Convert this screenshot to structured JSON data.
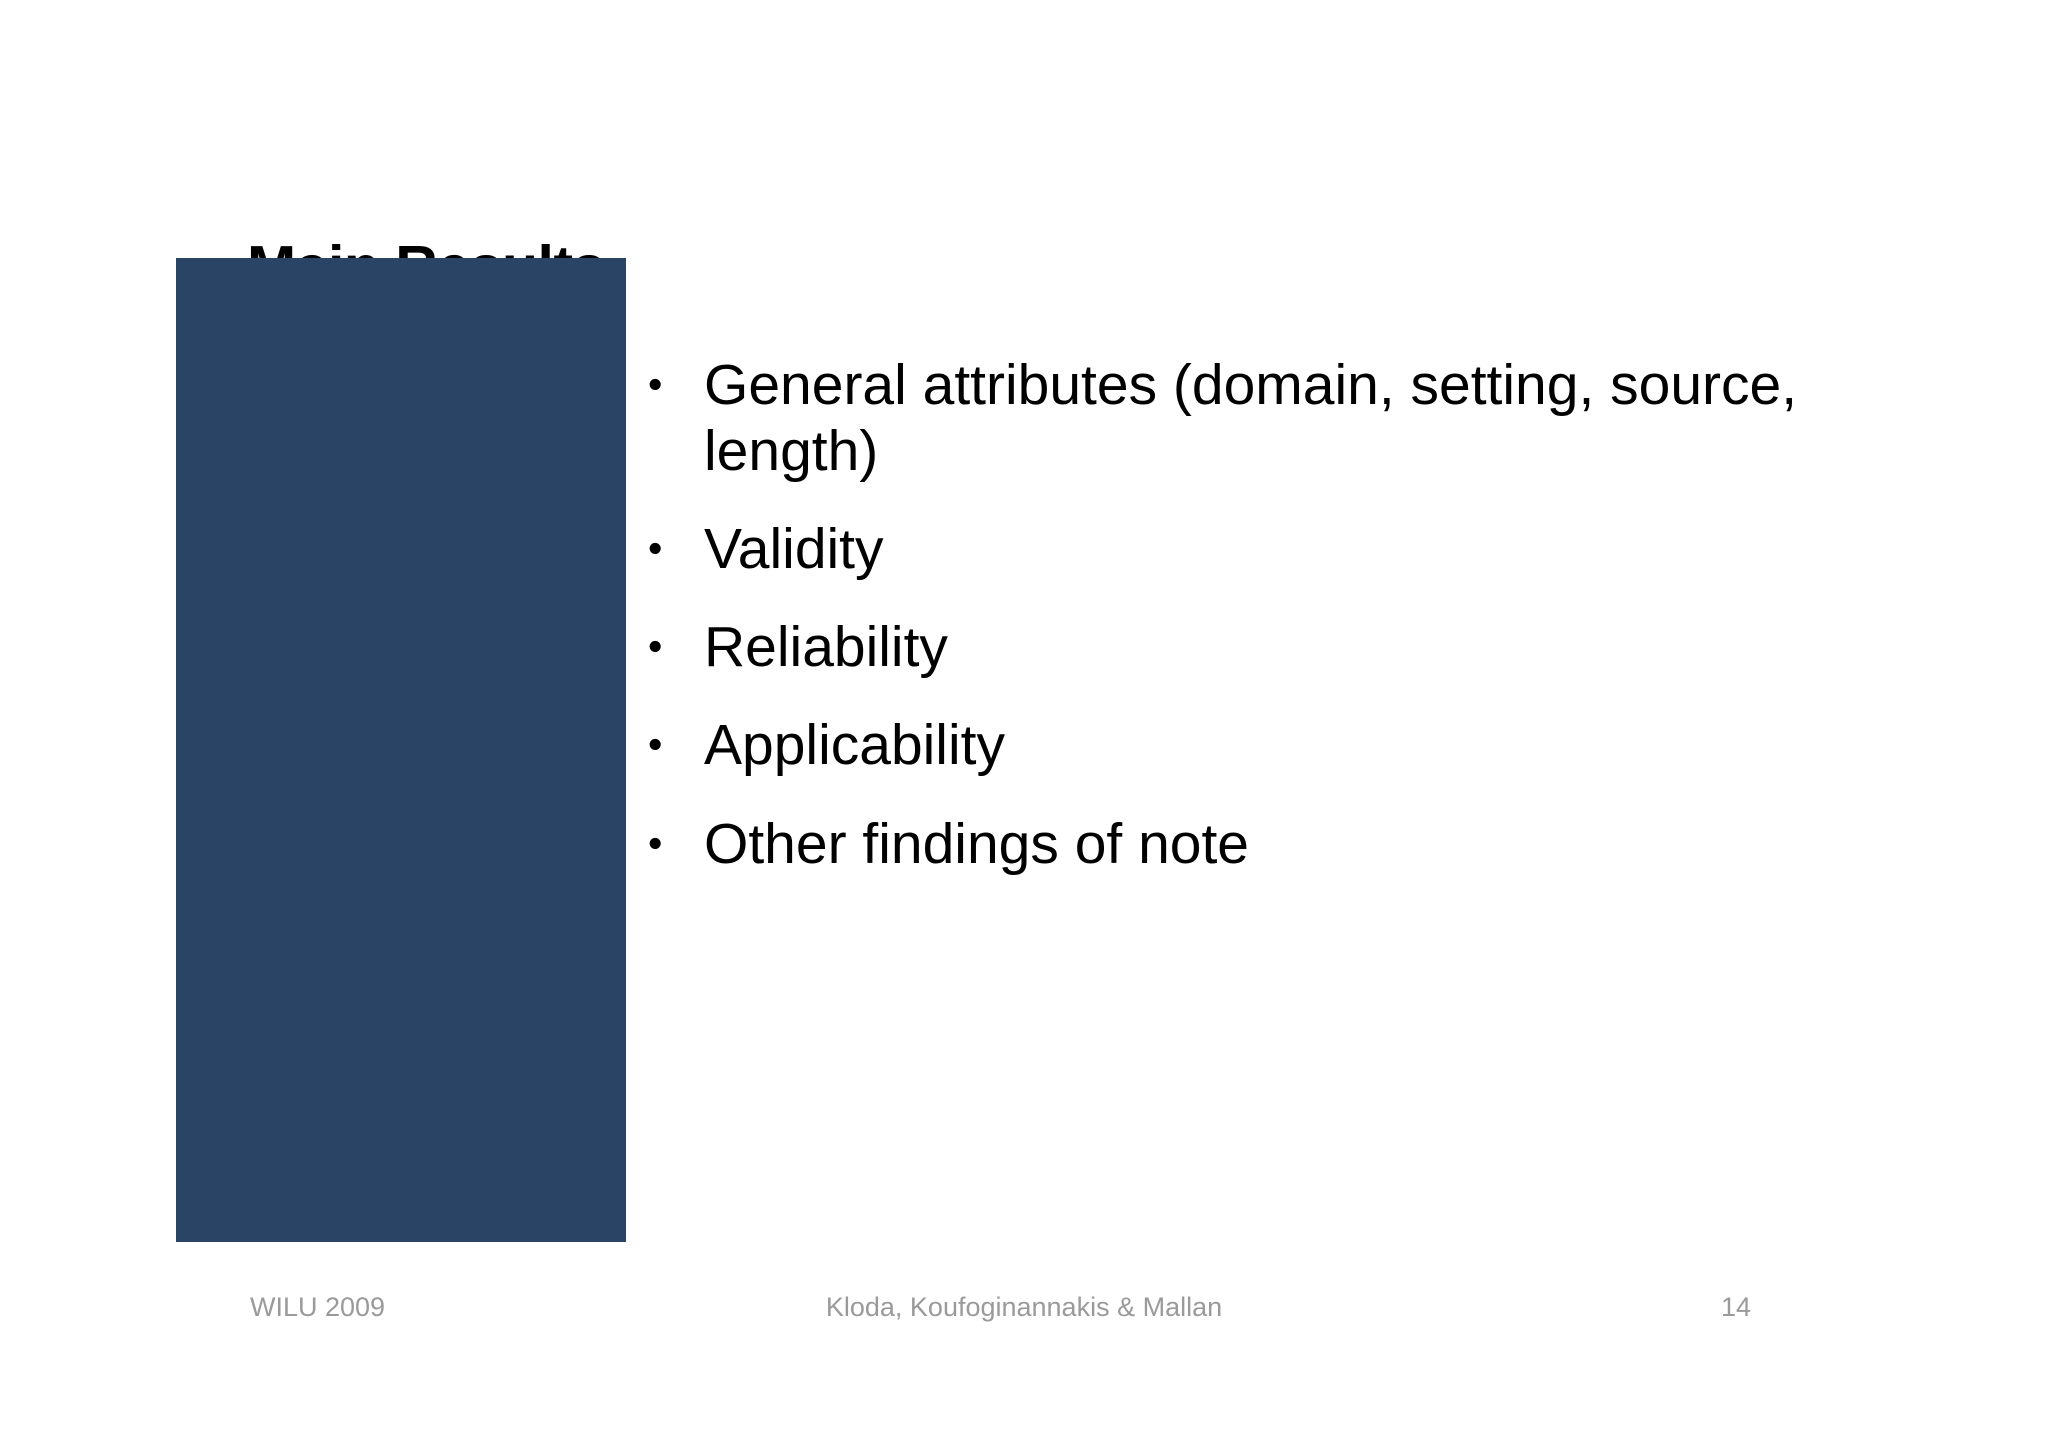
{
  "slide": {
    "title": "Main Results",
    "background_color": "#ffffff",
    "accent_color": "#2a4465",
    "text_color": "#000000",
    "footer_color": "#9a9a9a"
  },
  "content_block": {
    "name": "blue-placeholder",
    "fill_color": "#2a4465"
  },
  "bullets": [
    {
      "marker": "•",
      "text": "General attributes (domain, setting, source, length)"
    },
    {
      "marker": "•",
      "text": "Validity"
    },
    {
      "marker": "•",
      "text": "Reliability"
    },
    {
      "marker": "•",
      "text": "Applicability"
    },
    {
      "marker": "•",
      "text": "Other findings of note"
    }
  ],
  "footer": {
    "left": "WILU 2009",
    "center": "Kloda, Koufoginannakis & Mallan",
    "page_number": "14"
  }
}
